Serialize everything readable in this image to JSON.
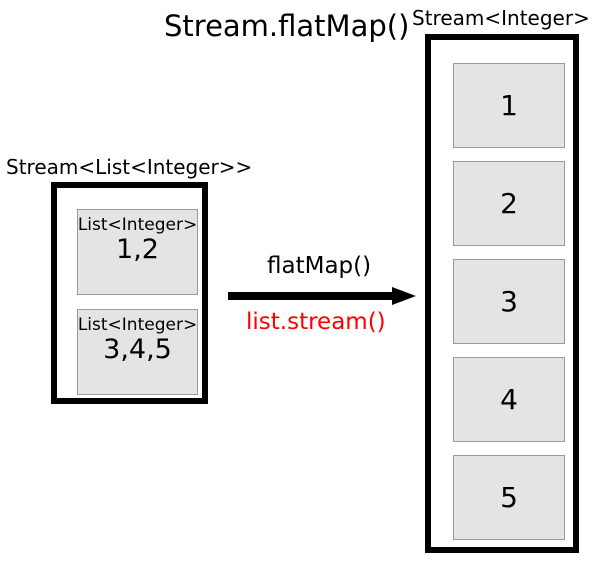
{
  "diagram": {
    "title": "Stream.flatMap()",
    "source": {
      "type_label": "Stream<List<Integer>>",
      "elements": [
        {
          "type": "List<Integer>",
          "values": "1,2"
        },
        {
          "type": "List<Integer>",
          "values": "3,4,5"
        }
      ]
    },
    "transform": {
      "operation_label": "flatMap()",
      "mapper_label": "list.stream()",
      "mapper_color": "#ff0000",
      "arrow_icon": "right-arrow-icon"
    },
    "result": {
      "type_label": "Stream<Integer>",
      "elements": [
        {
          "value": "1"
        },
        {
          "value": "2"
        },
        {
          "value": "3"
        },
        {
          "value": "4"
        },
        {
          "value": "5"
        }
      ]
    },
    "colors": {
      "box_fill": "#e4e4e4",
      "box_border": "#9a9a9a",
      "container_border": "#000000",
      "background": "#ffffff",
      "text": "#000000"
    }
  }
}
